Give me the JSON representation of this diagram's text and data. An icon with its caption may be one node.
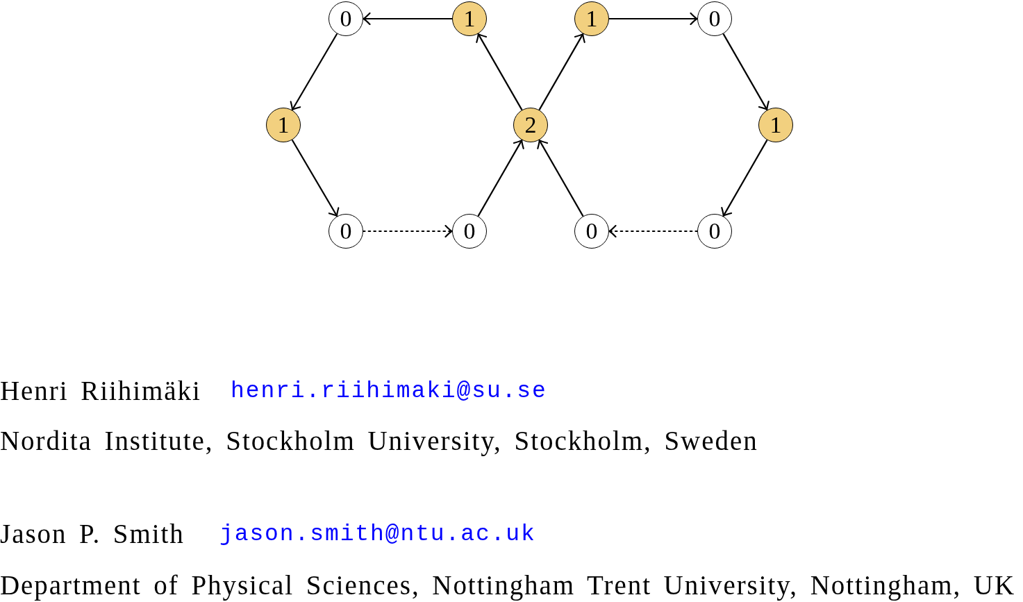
{
  "diagram": {
    "nodes": [
      {
        "text": [
          "0"
        ]
      },
      {
        "text": [
          "1"
        ]
      },
      {
        "text": [
          "1"
        ]
      },
      {
        "text": [
          "0"
        ]
      },
      {
        "text": [
          "1"
        ]
      },
      {
        "text": [
          "2"
        ]
      },
      {
        "text": [
          "1"
        ]
      },
      {
        "text": [
          "0"
        ]
      },
      {
        "text": [
          "0"
        ]
      },
      {
        "text": [
          "0"
        ]
      },
      {
        "text": [
          "0"
        ]
      }
    ],
    "edges": [
      {
        "from": 1,
        "to": 0,
        "arrow": "to"
      },
      {
        "from": 0,
        "to": 4,
        "arrow": "to"
      },
      {
        "from": 4,
        "to": 7,
        "arrow": "to"
      },
      {
        "from": 7,
        "to": 8,
        "arrow": "to",
        "style": "dashed"
      },
      {
        "from": 8,
        "to": 5,
        "arrow": "to"
      },
      {
        "from": 5,
        "to": 1,
        "arrow": "to"
      },
      {
        "from": 5,
        "to": 2,
        "arrow": "to"
      },
      {
        "from": 2,
        "to": 3,
        "arrow": "to"
      },
      {
        "from": 3,
        "to": 6,
        "arrow": "to"
      },
      {
        "from": 6,
        "to": 10,
        "arrow": "to"
      },
      {
        "from": 10,
        "to": 9,
        "arrow": "to",
        "style": "dashed"
      },
      {
        "from": 9,
        "to": 5,
        "arrow": "to"
      }
    ],
    "labels": [
      "Henri Riihimäki",
      "henri.riihimaki@su.se",
      "Nordita Institute, Stockholm University, Stockholm, Sweden",
      "Jason P. Smith",
      "jason.smith@ntu.ac.uk",
      "Department of Physical Sciences, Nottingham Trent University, Nottingham, UK"
    ]
  }
}
